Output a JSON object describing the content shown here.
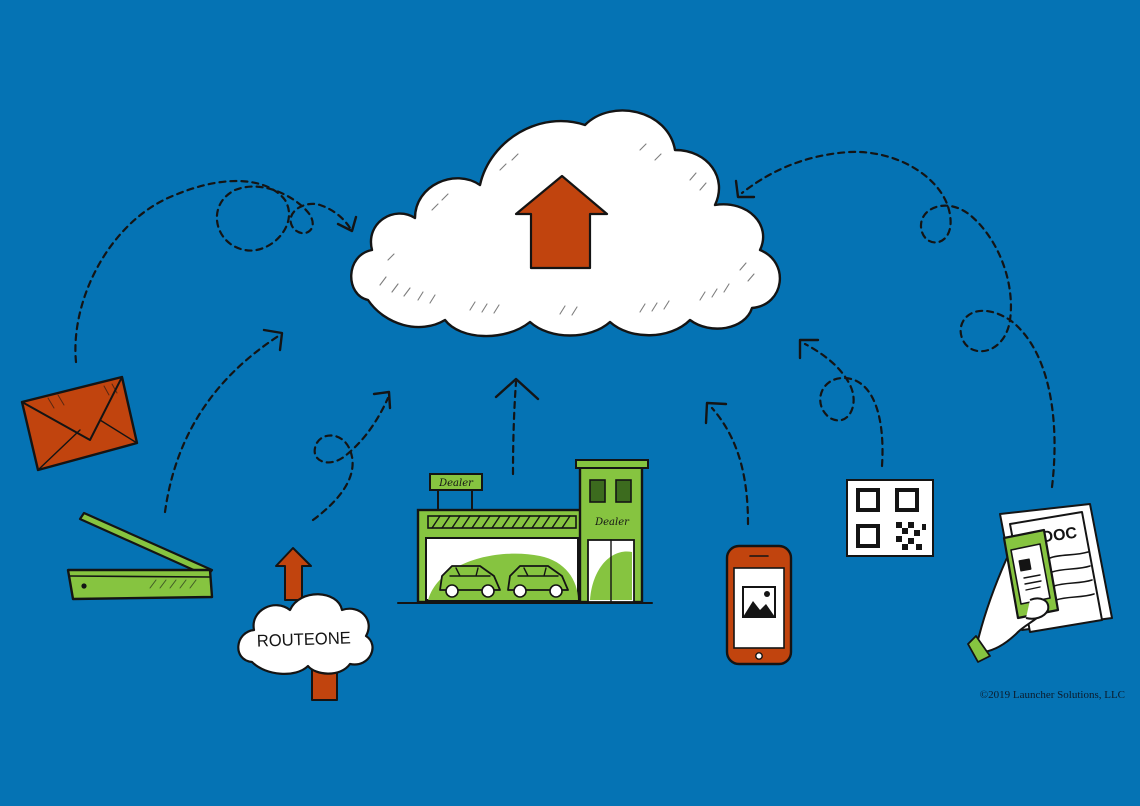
{
  "colors": {
    "background": "#0573b4",
    "accent_orange": "#c1440e",
    "accent_green": "#86c440",
    "ink": "#141414",
    "paper": "#ffffff"
  },
  "icons": [
    "cloud-upload-icon",
    "envelope-icon",
    "scanner-icon",
    "routeone-sign-icon",
    "dealership-icon",
    "smartphone-photo-icon",
    "qr-code-icon",
    "document-scan-phone-icon"
  ],
  "labels": {
    "routeone": "ROUTEONE",
    "dealer_sign_top": "Dealer",
    "dealer_sign_tower": "Dealer",
    "doc": "DOC"
  },
  "footer": {
    "copyright": "©2019 Launcher Solutions, LLC"
  }
}
